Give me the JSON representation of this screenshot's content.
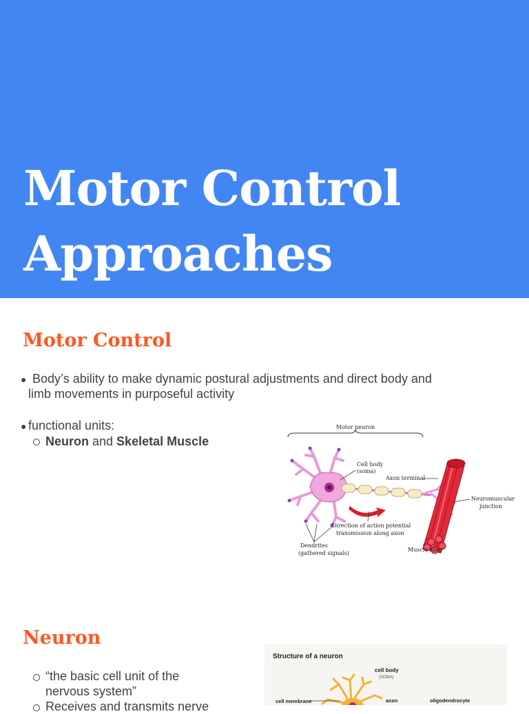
{
  "title": {
    "line1": "Motor Control",
    "line2": "Approaches"
  },
  "slide2": {
    "heading": "Motor Control",
    "bullet1": "Body’s ability to make dynamic postural adjustments and direct body and",
    "bullet1_cont": "limb movements in purposeful activity",
    "bullet2": "functional units:",
    "sub1_a": "Neuron",
    "sub1_and": " and ",
    "sub1_b": "Skeletal Muscle",
    "figure": {
      "motor_neuron": "Motor neuron",
      "cell_body": "Cell body",
      "soma": "(soma)",
      "axon_terminal": "Axon terminal",
      "nmj1": "Neuromuscular",
      "nmj2": "junction",
      "direction1": "Direction of action potential",
      "direction2": "transmission along axon",
      "dendrites": "Dendrites",
      "gathered": "(gathered signals)",
      "muscle_fiber": "Muscle fiber"
    }
  },
  "slide3": {
    "heading": "Neuron",
    "bullet1_l1": "“the basic cell unit of the",
    "bullet1_l2": "nervous system”",
    "bullet2_partial": "Receives and transmits nerve",
    "figure": {
      "title": "Structure of a neuron",
      "cell_body": "cell body",
      "soma": "(SOMA)",
      "cell_membrane": "cell membrane",
      "axon": "axon",
      "oligodendrocyte": "oligodendrocyte"
    }
  },
  "colors": {
    "banner": "#4286f4",
    "heading": "#ff5722"
  }
}
